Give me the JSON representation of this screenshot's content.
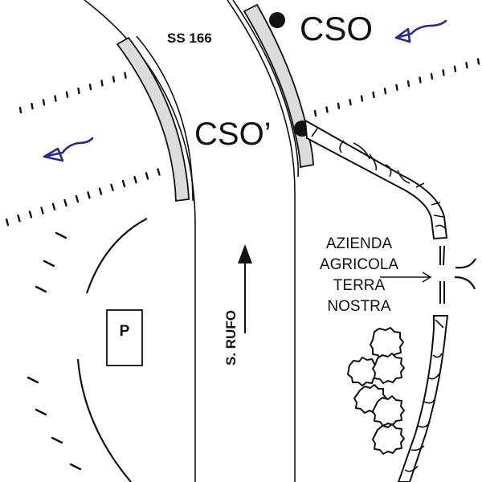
{
  "labels": {
    "road_name": "SS 166",
    "station_cso": "CSO",
    "station_cso_prime": "CSO’",
    "direction": "S. RUFO",
    "parking": "P",
    "farm_line1": "AZIENDA",
    "farm_line2": "AGRICOLA",
    "farm_line3": "TERRA",
    "farm_line4": "NOSTRA"
  },
  "icons": {
    "flow_arrow_top": "flow-direction-arrow",
    "flow_arrow_left": "flow-direction-arrow",
    "direction_arrow": "north-arrow",
    "station_marker": "filled-circle"
  },
  "colors": {
    "ink": "#111111",
    "barrier_fill": "#dcdcdc",
    "flow_arrow": "#2a2a8c",
    "background": "#ffffff"
  }
}
